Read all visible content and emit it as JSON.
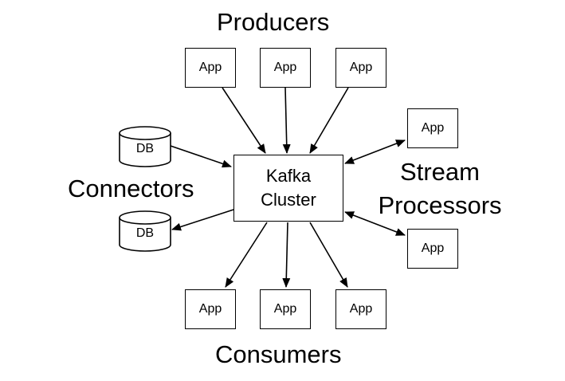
{
  "labels": {
    "producers": "Producers",
    "consumers": "Consumers",
    "connectors": "Connectors",
    "stream_line1": "Stream",
    "stream_line2": "Processors"
  },
  "cluster": {
    "line1": "Kafka",
    "line2": "Cluster"
  },
  "producer_apps": [
    "App",
    "App",
    "App"
  ],
  "consumer_apps": [
    "App",
    "App",
    "App"
  ],
  "stream_apps": [
    "App",
    "App"
  ],
  "databases": [
    "DB",
    "DB"
  ]
}
